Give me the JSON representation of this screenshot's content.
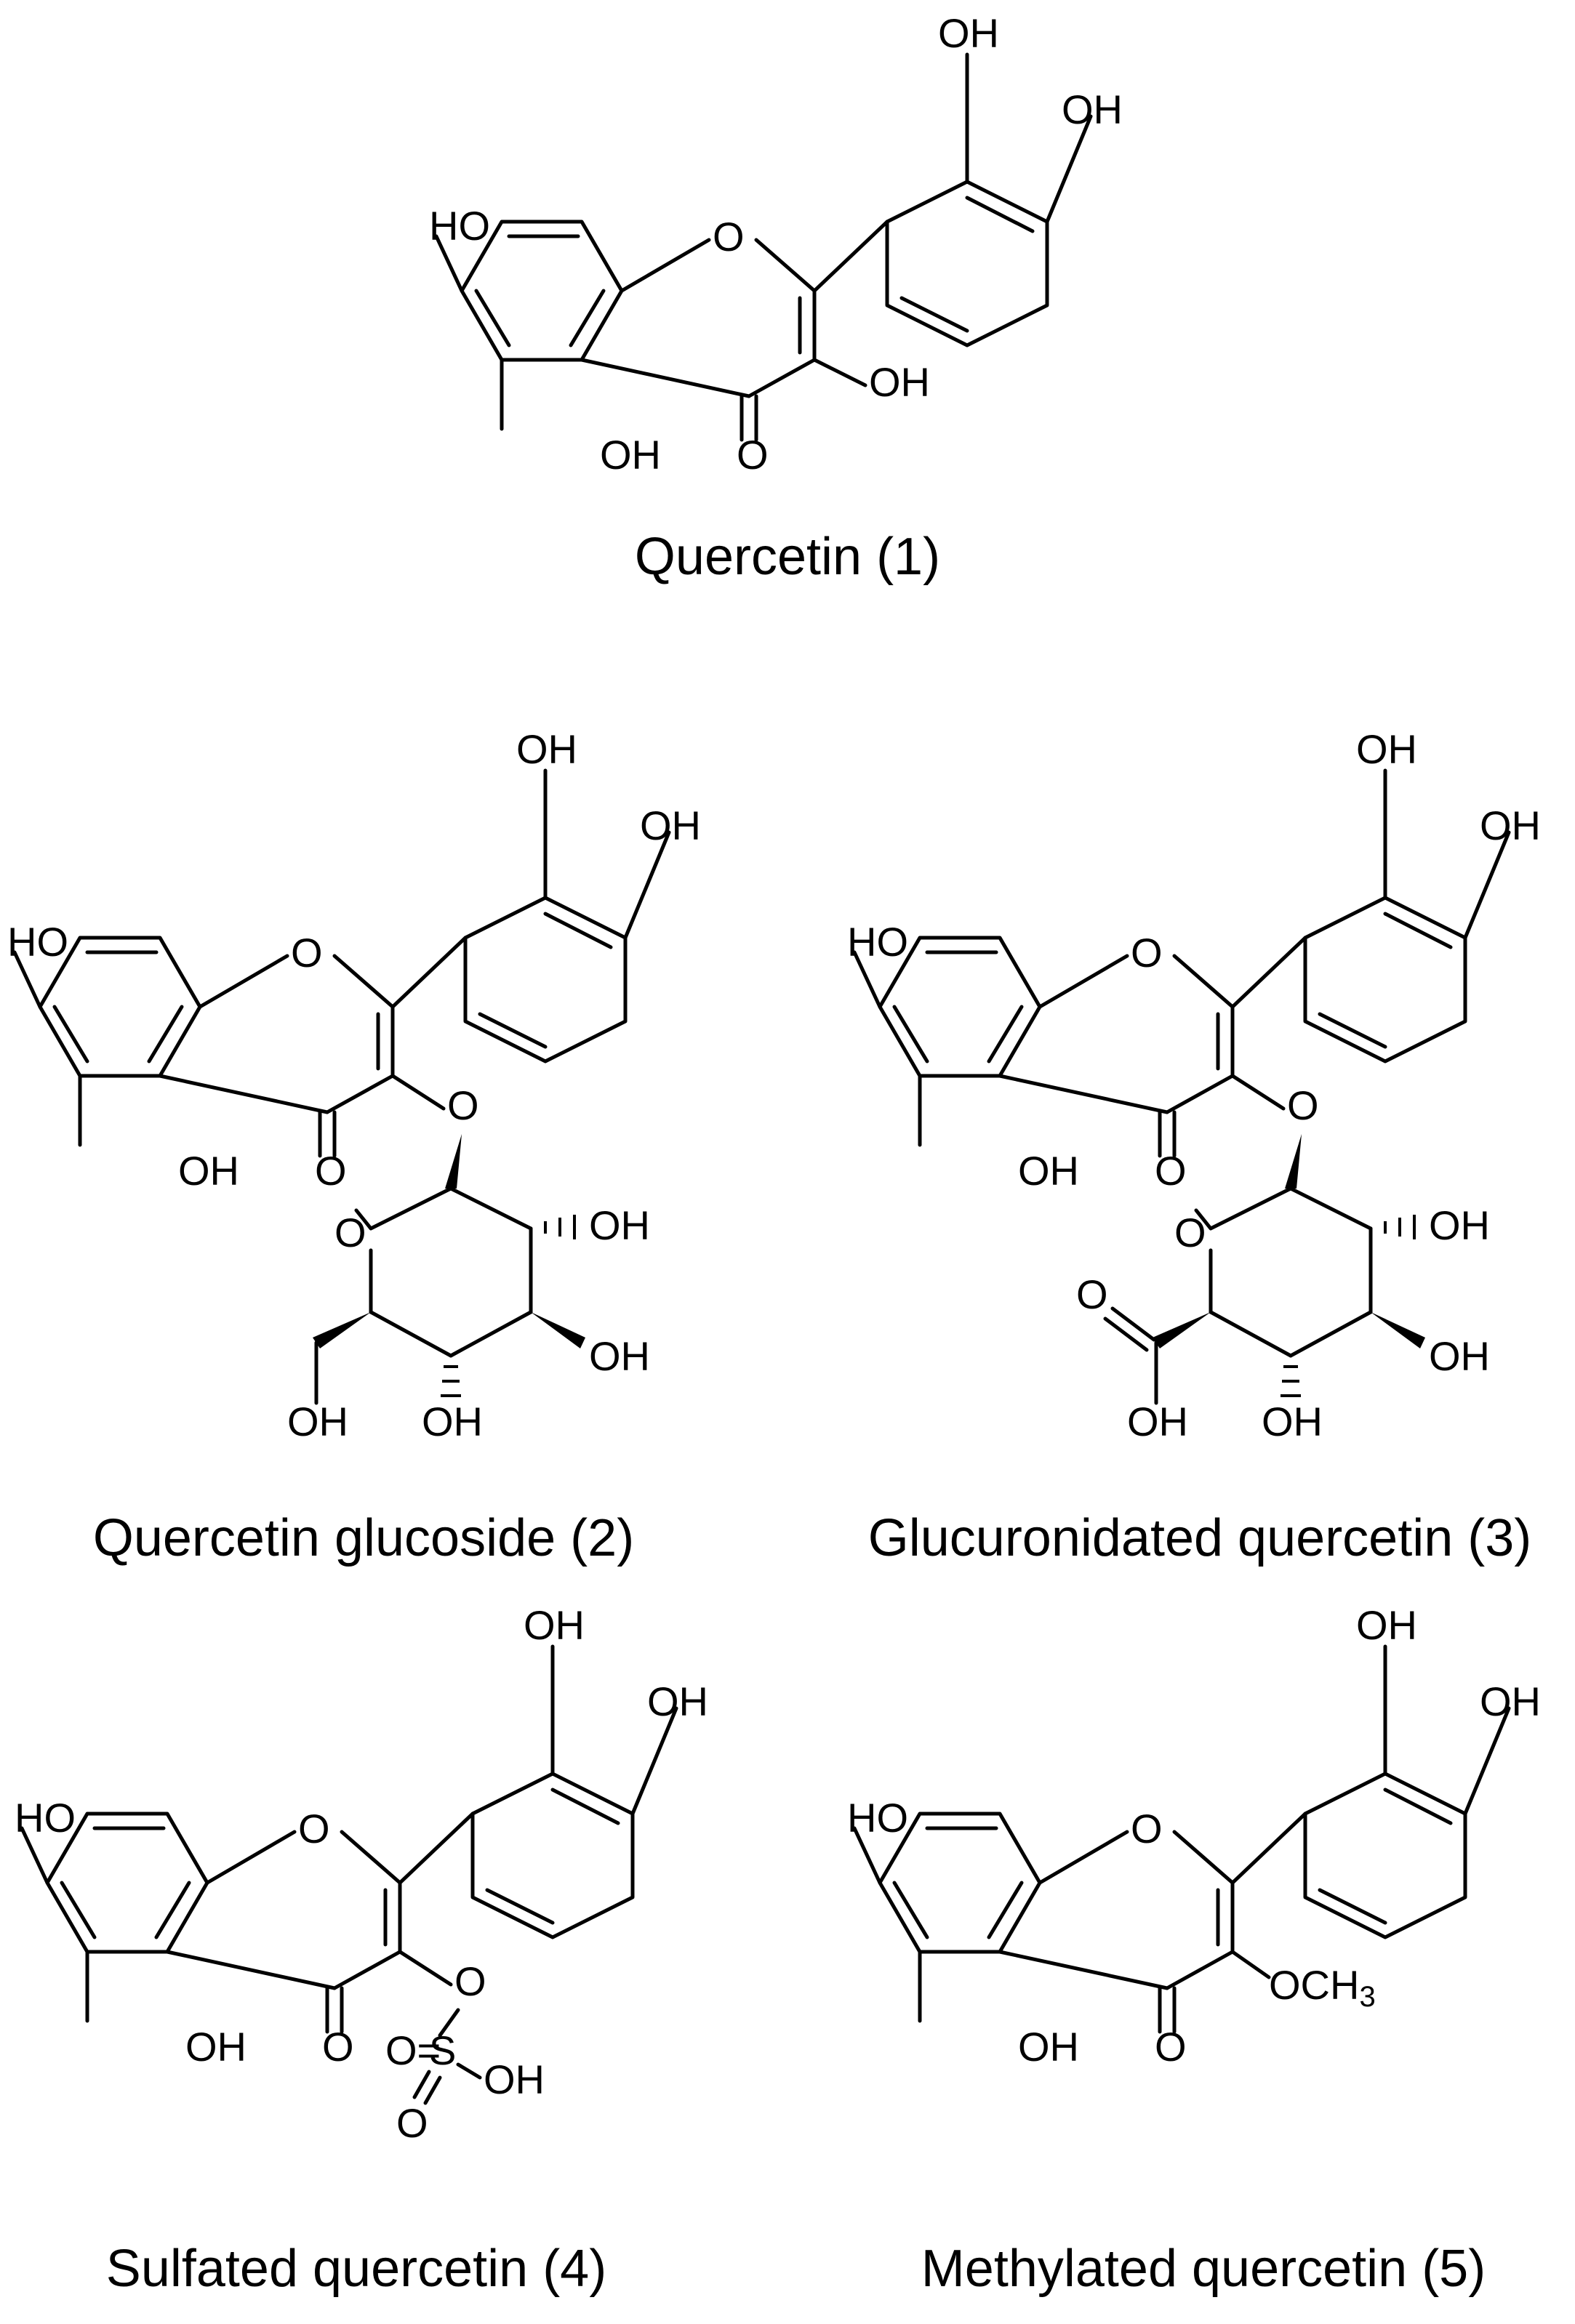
{
  "labels": {
    "oh": "OH",
    "ho": "HO",
    "o": "O",
    "o_eq": "O=",
    "s": "S",
    "och3_main": "OCH",
    "och3_sub": "3"
  },
  "captions": {
    "c1": "Quercetin (1)",
    "c2": "Quercetin glucoside (2)",
    "c3": "Glucuronidated quercetin (3)",
    "c4": "Sulfated quercetin (4)",
    "c5": "Methylated quercetin (5)"
  }
}
